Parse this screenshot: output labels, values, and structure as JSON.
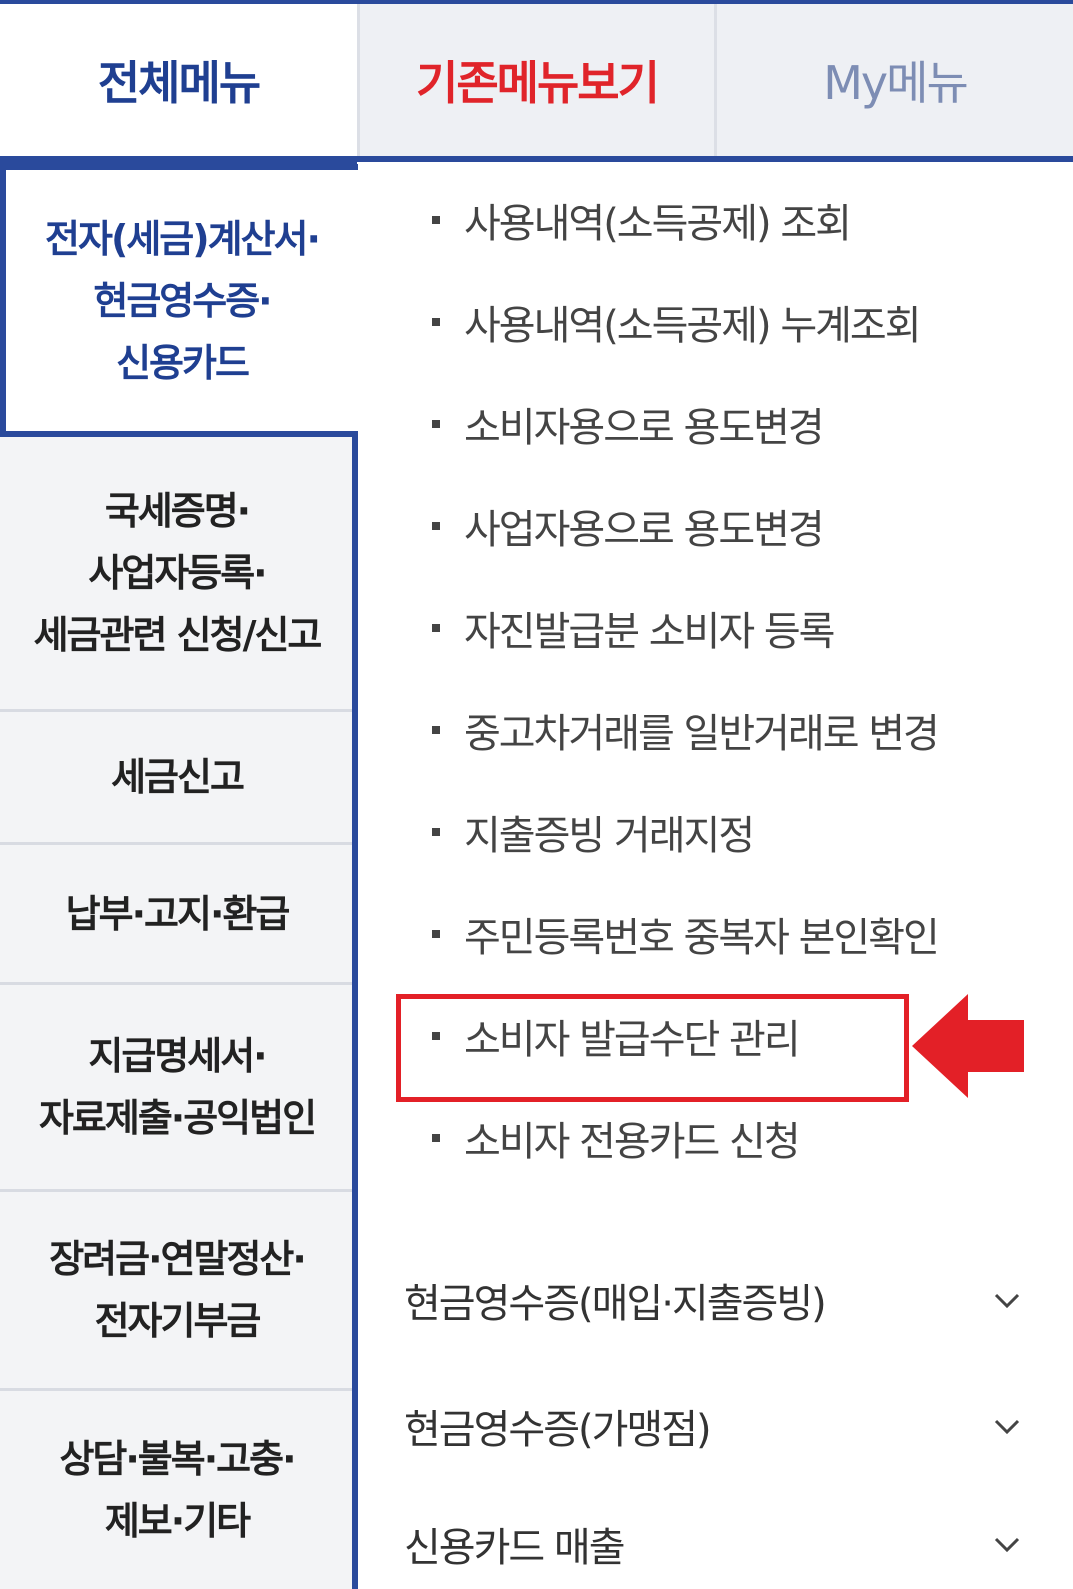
{
  "tabs": {
    "all": "전체메뉴",
    "old": "기존메뉴보기",
    "my": "My메뉴"
  },
  "sidebar": {
    "items": [
      {
        "label": "전자(세금)계산서·\n현금영수증·\n신용카드",
        "active": true
      },
      {
        "label": "국세증명·\n사업자등록·\n세금관련 신청/신고"
      },
      {
        "label": "세금신고"
      },
      {
        "label": "납부·고지·환급"
      },
      {
        "label": "지급명세서·\n자료제출·공익법인"
      },
      {
        "label": "장려금·연말정산·\n전자기부금"
      },
      {
        "label": "상담·불복·고충·\n제보·기타"
      }
    ]
  },
  "submenu": {
    "items": [
      "사용내역(소득공제) 조회",
      "사용내역(소득공제) 누계조회",
      "소비자용으로 용도변경",
      "사업자용으로 용도변경",
      "자진발급분 소비자 등록",
      "중고차거래를 일반거래로 변경",
      "지출증빙 거래지정",
      "주민등록번호 중복자 본인확인",
      "소비자 발급수단 관리",
      "소비자 전용카드 신청"
    ],
    "highlighted_index": 8
  },
  "groups": [
    "현금영수증(매입·지출증빙)",
    "현금영수증(가맹점)",
    "신용카드 매출"
  ],
  "colors": {
    "primary": "#2a4a9c",
    "highlight": "#e32027"
  }
}
